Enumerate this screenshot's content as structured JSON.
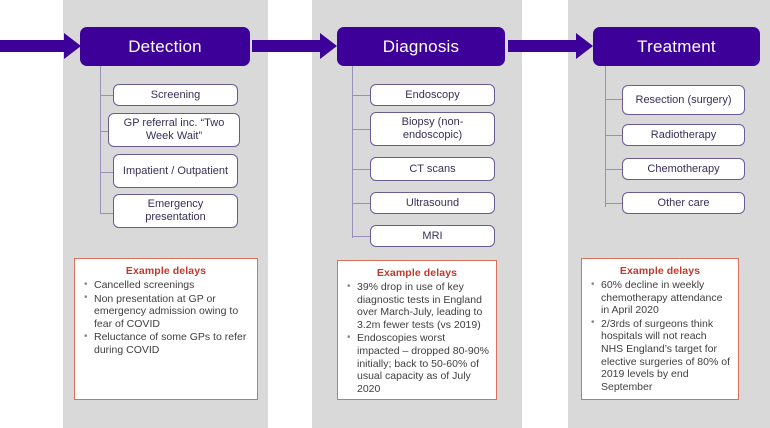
{
  "diagram": {
    "type": "cancer-pathway-flow",
    "colors": {
      "panel_background": "#d9d9d9",
      "header_purple": "#3d0099",
      "arrow_purple": "#3d0099",
      "connector_line": "#9a8fb8",
      "subbox_border": "#6b5b95",
      "delay_box_border": "#d9715c",
      "delay_title_red": "#c0392b",
      "page_background": "#ffffff"
    },
    "stages": [
      {
        "id": "detection",
        "header": "Detection",
        "items": [
          "Screening",
          "GP referral inc. “Two Week Wait”",
          "Impatient / Outpatient",
          "Emergency presentation"
        ],
        "delays": {
          "title": "Example delays",
          "bullets": [
            "Cancelled screenings",
            "Non presentation at GP or emergency admission owing to fear of COVID",
            "Reluctance of some GPs to refer during COVID"
          ]
        }
      },
      {
        "id": "diagnosis",
        "header": "Diagnosis",
        "items": [
          "Endoscopy",
          "Biopsy (non-endoscopic)",
          "CT scans",
          "Ultrasound",
          "MRI"
        ],
        "delays": {
          "title": "Example delays",
          "bullets": [
            "39% drop in use of key diagnostic tests in England over March-July, leading to 3.2m fewer tests (vs 2019)",
            "Endoscopies worst impacted – dropped 80-90% initially; back to 50-60% of usual capacity as of July 2020"
          ]
        }
      },
      {
        "id": "treatment",
        "header": "Treatment",
        "items": [
          "Resection (surgery)",
          "Radiotherapy",
          "Chemotherapy",
          "Other care"
        ],
        "delays": {
          "title": "Example delays",
          "bullets": [
            "60% decline in weekly chemotherapy attendance in April 2020",
            "2/3rds of surgeons think hospitals will not reach NHS England’s target for elective surgeries of 80% of 2019 levels by end September"
          ]
        }
      }
    ],
    "arrows": [
      {
        "id": "arrow-into-detection",
        "label": "flow-arrow-right"
      },
      {
        "id": "arrow-detection-to-diagnosis",
        "label": "flow-arrow-right"
      },
      {
        "id": "arrow-diagnosis-to-treatment",
        "label": "flow-arrow-right"
      }
    ]
  }
}
